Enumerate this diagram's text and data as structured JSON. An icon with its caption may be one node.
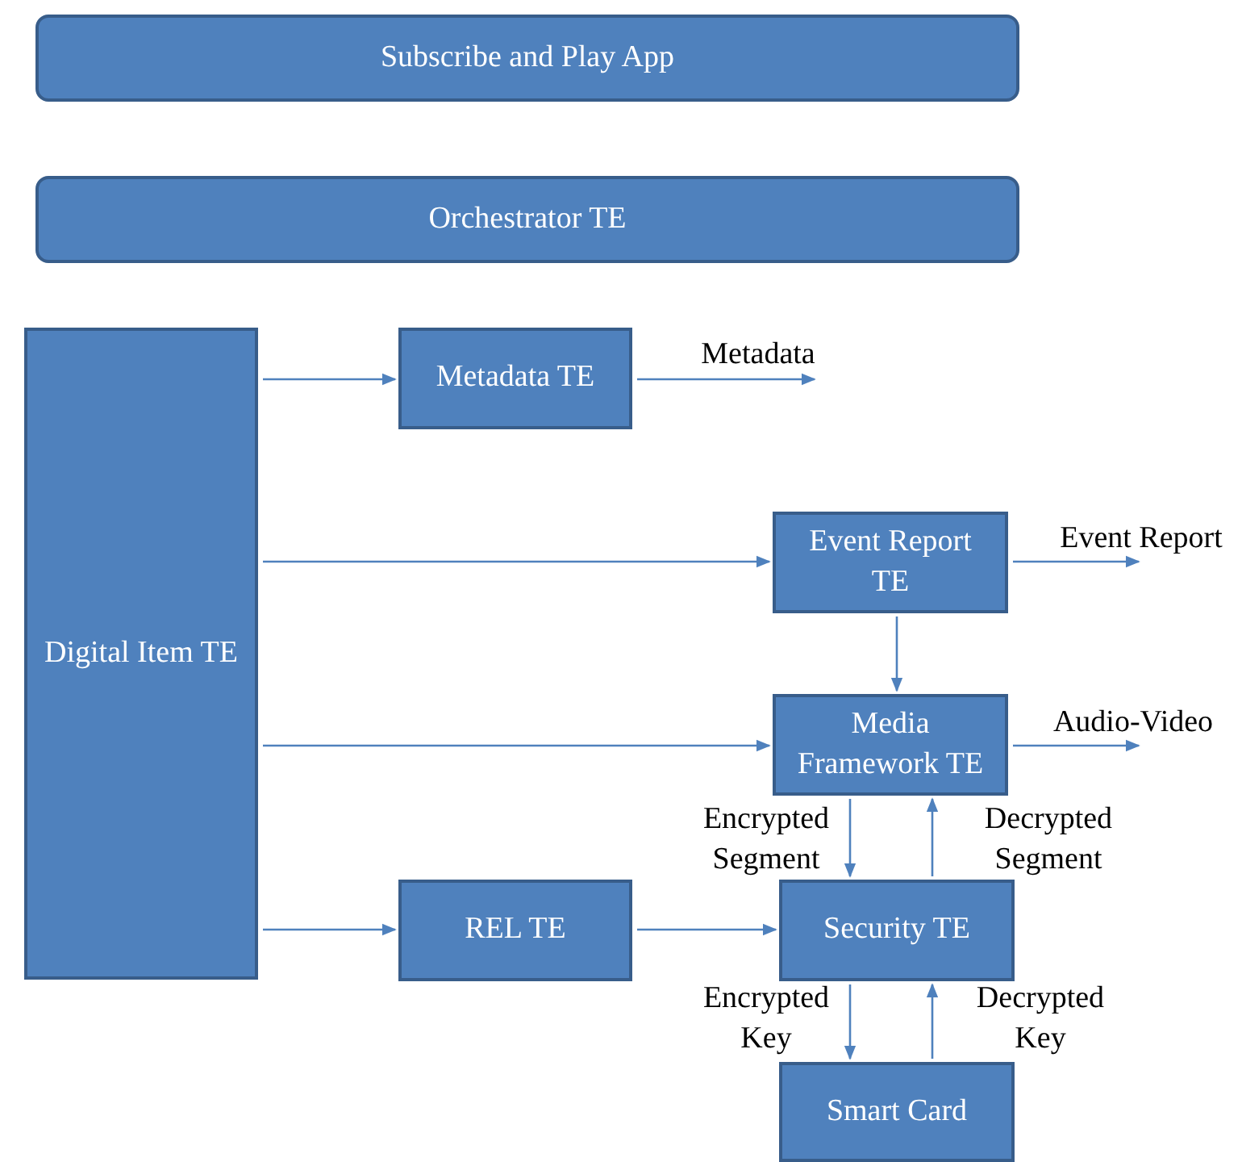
{
  "diagram": {
    "nodes": [
      {
        "text": [
          "Subscribe and Play App"
        ]
      },
      {
        "text": [
          "Orchestrator TE"
        ]
      },
      {
        "text": [
          "Digital Item TE"
        ]
      },
      {
        "text": [
          "Metadata TE"
        ]
      },
      {
        "text": [
          "Event Report TE"
        ]
      },
      {
        "text": [
          "Media Framework TE"
        ]
      },
      {
        "text": [
          "REL TE"
        ]
      },
      {
        "text": [
          "Security TE"
        ]
      },
      {
        "text": [
          "Smart Card"
        ]
      }
    ],
    "edges": [
      {
        "from": 2,
        "to": 3,
        "arrow": "to"
      },
      {
        "from": 3,
        "to": null,
        "arrow": "to",
        "label": "Metadata"
      },
      {
        "from": 2,
        "to": 4,
        "arrow": "to"
      },
      {
        "from": 4,
        "to": null,
        "arrow": "to",
        "label": "Event Report"
      },
      {
        "from": 4,
        "to": 5,
        "arrow": "to"
      },
      {
        "from": 2,
        "to": 5,
        "arrow": "to"
      },
      {
        "from": 5,
        "to": null,
        "arrow": "to",
        "label": "Audio-Video"
      },
      {
        "from": 5,
        "to": 7,
        "arrow": "to",
        "label": "Encrypted Segment"
      },
      {
        "from": 7,
        "to": 5,
        "arrow": "to",
        "label": "Decrypted Segment"
      },
      {
        "from": 2,
        "to": 6,
        "arrow": "to"
      },
      {
        "from": 6,
        "to": 7,
        "arrow": "to"
      },
      {
        "from": 7,
        "to": 8,
        "arrow": "to",
        "label": "Encrypted Key"
      },
      {
        "from": 8,
        "to": 7,
        "arrow": "to",
        "label": "Decrypted Key"
      }
    ]
  }
}
